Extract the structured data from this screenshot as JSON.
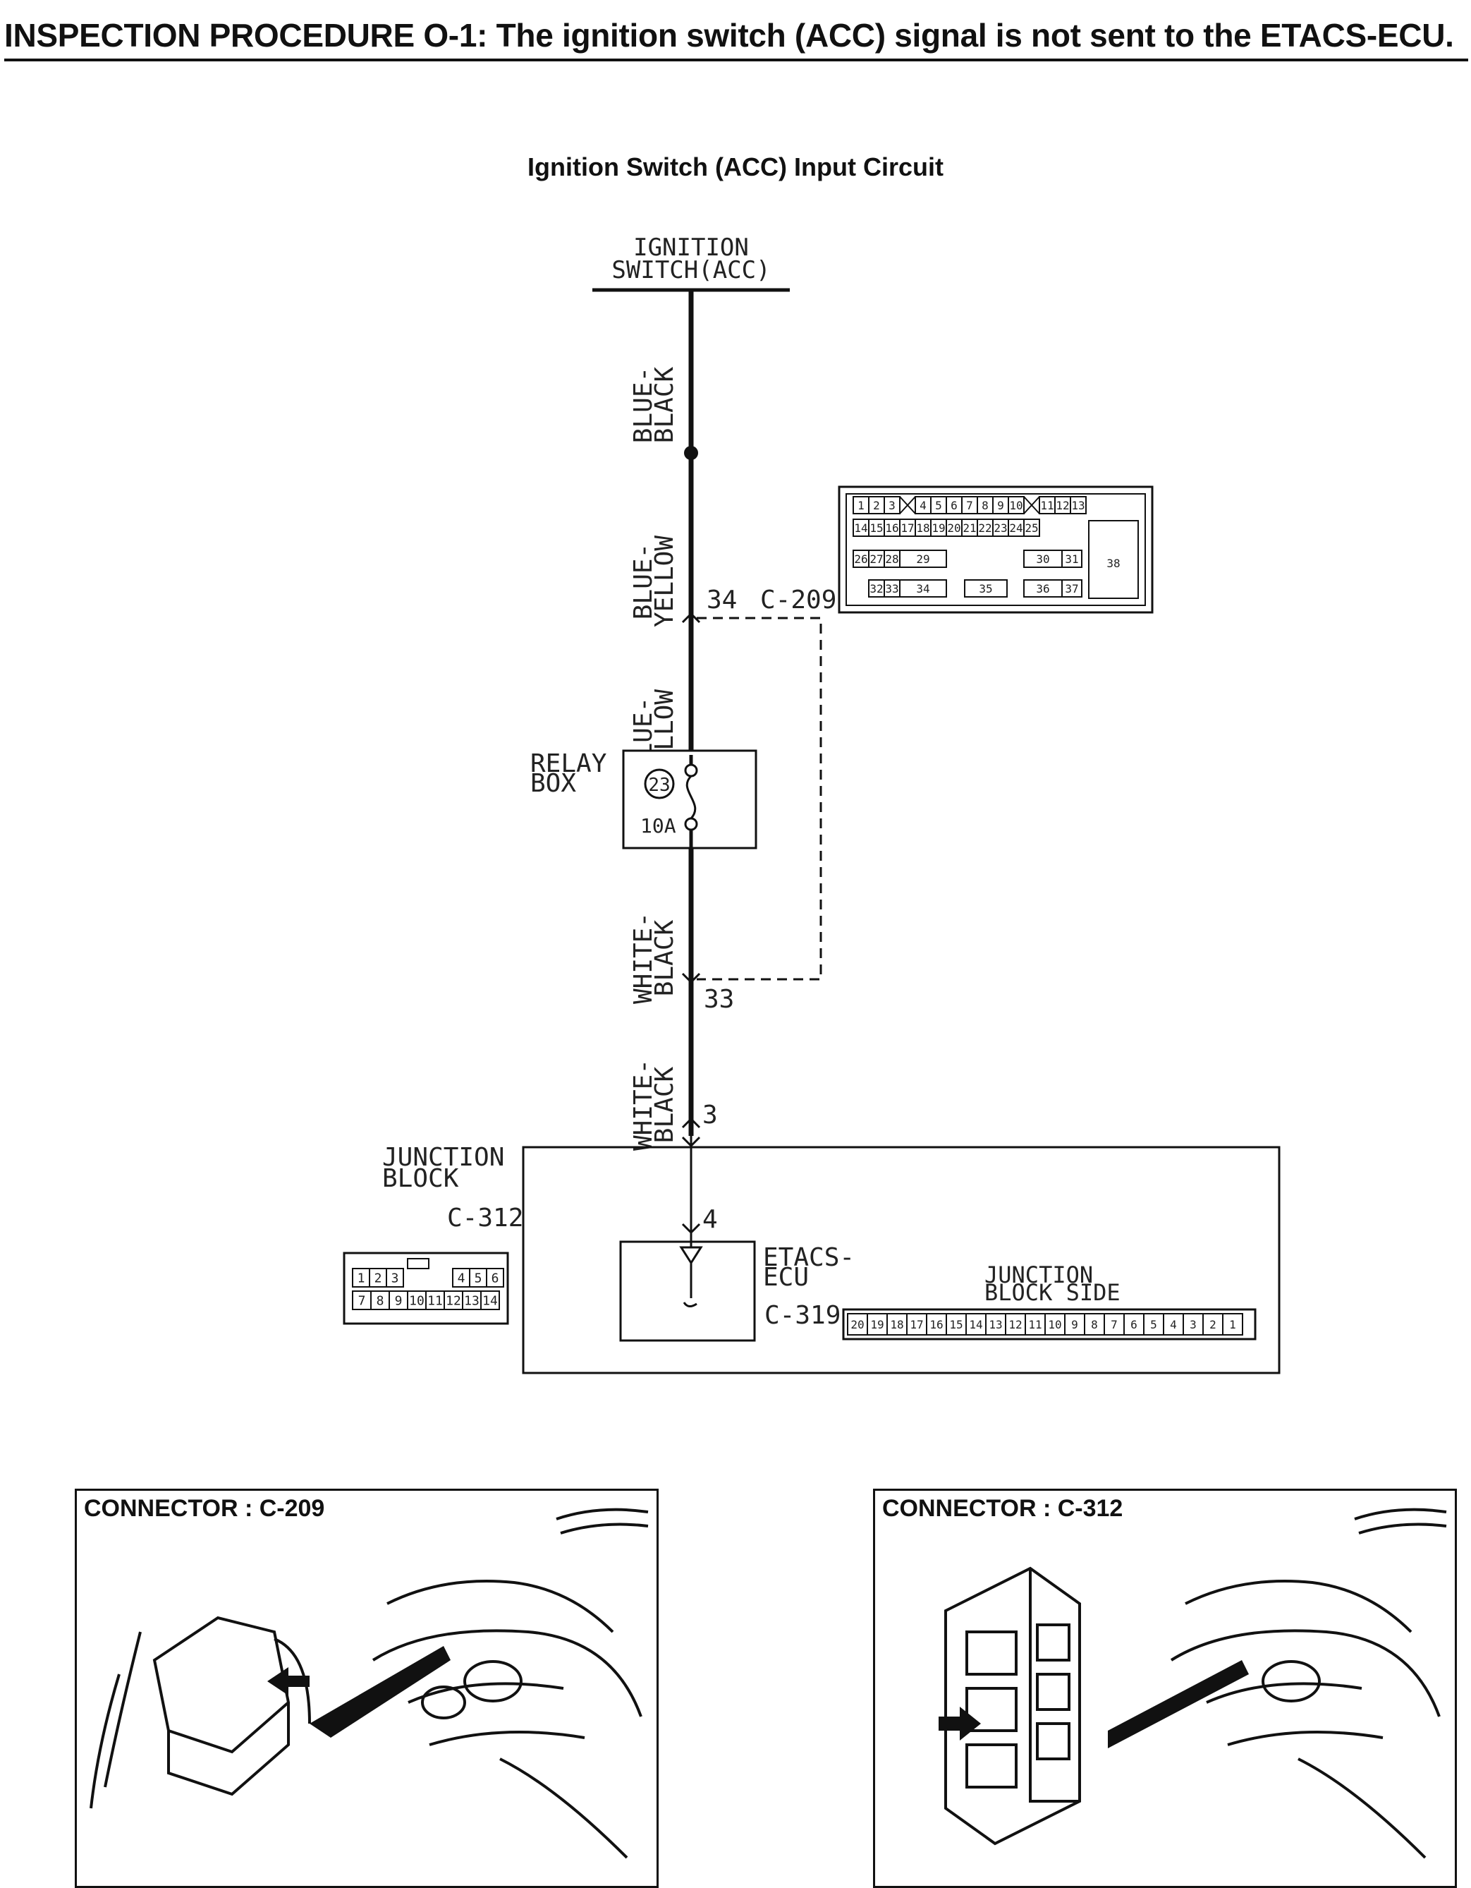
{
  "title": "INSPECTION PROCEDURE O-1: The ignition switch (ACC) signal is not sent to the ETACS-ECU.",
  "subtitle": "Ignition Switch (ACC) Input Circuit",
  "diagram": {
    "ignition_switch": [
      "IGNITION",
      "SWITCH(ACC)"
    ],
    "wire_colors": [
      "BLUE-\nBLACK",
      "BLUE-\nYELLOW",
      "BLUE-\nYELLOW",
      "WHITE-\nBLACK",
      "WHITE-\nBLACK"
    ],
    "pin_c209_in": "34",
    "connector_c209": "C-209",
    "relay_box": [
      "RELAY",
      "BOX"
    ],
    "fuse_number": "23",
    "fuse_rating": "10A",
    "pin_c209_out": "33",
    "pin_jb_in": "3",
    "pin_ecu_in": "4",
    "junction_block": [
      "JUNCTION",
      "BLOCK"
    ],
    "connector_c312": "C-312",
    "etacs_ecu": [
      "ETACS-",
      "ECU"
    ],
    "connector_c319": "C-319",
    "junction_block_side": [
      "JUNCTION",
      "BLOCK SIDE"
    ],
    "c209_connector_pins": {
      "row1": [
        "1",
        "2",
        "3",
        "4",
        "5",
        "6",
        "7",
        "8",
        "9",
        "10",
        "11",
        "12",
        "13"
      ],
      "row2": [
        "14",
        "15",
        "16",
        "17",
        "18",
        "19",
        "20",
        "21",
        "22",
        "23",
        "24",
        "25"
      ],
      "row3": [
        "26",
        "27",
        "28",
        "29",
        "30",
        "31",
        "38"
      ],
      "row4": [
        "32",
        "33",
        "34",
        "35",
        "36",
        "37"
      ]
    },
    "c312_connector_pins": {
      "row1": [
        "1",
        "2",
        "3",
        "4",
        "5",
        "6"
      ],
      "row2": [
        "7",
        "8",
        "9",
        "10",
        "11",
        "12",
        "13",
        "14"
      ]
    },
    "c319_connector_pins": [
      "20",
      "19",
      "18",
      "17",
      "16",
      "15",
      "14",
      "13",
      "12",
      "11",
      "10",
      "9",
      "8",
      "7",
      "6",
      "5",
      "4",
      "3",
      "2",
      "1"
    ]
  },
  "panels": [
    {
      "title": "CONNECTOR : C-209"
    },
    {
      "title": "CONNECTOR : C-312"
    }
  ]
}
